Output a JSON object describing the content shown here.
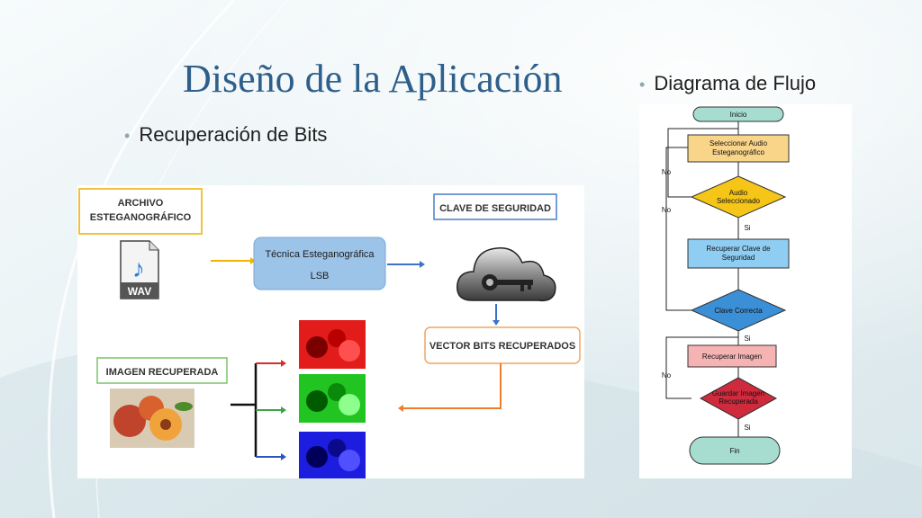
{
  "slide": {
    "title": "Diseño de la Aplicación",
    "bullet_left": "Recuperación de Bits",
    "bullet_right": "Diagrama de Flujo"
  },
  "process_diagram": {
    "archivo": "ARCHIVO\nESTEGANOGRÁFICO",
    "wav_label": "WAV",
    "tecnica_line1": "Técnica Esteganográfica",
    "tecnica_line2": "LSB",
    "clave": "CLAVE DE SEGURIDAD",
    "vector": "VECTOR BITS RECUPERADOS",
    "imagen": "IMAGEN RECUPERADA"
  },
  "flowchart": {
    "inicio": "Inicio",
    "seleccionar": [
      "Seleccionar Audio",
      "Esteganográfico"
    ],
    "audio_sel": [
      "Audio",
      "Seleccionado"
    ],
    "recuperar_clave": [
      "Recuperar Clave de",
      "Seguridad"
    ],
    "clave_correcta": "Clave Correcta",
    "recuperar_imagen": "Recuperar Imagen",
    "guardar": [
      "Guardar Imagen",
      "Recuperada"
    ],
    "fin": "Fin",
    "si": "Si",
    "no": "No",
    "colors": {
      "terminal": "#a7ddd0",
      "process": "#f9d58a",
      "decision_yellow": "#f5c518",
      "process_blue": "#8fcdf3",
      "decision_blue": "#3b8fd6",
      "process_pink": "#f6b3b3",
      "decision_red": "#cf2b3d"
    }
  }
}
